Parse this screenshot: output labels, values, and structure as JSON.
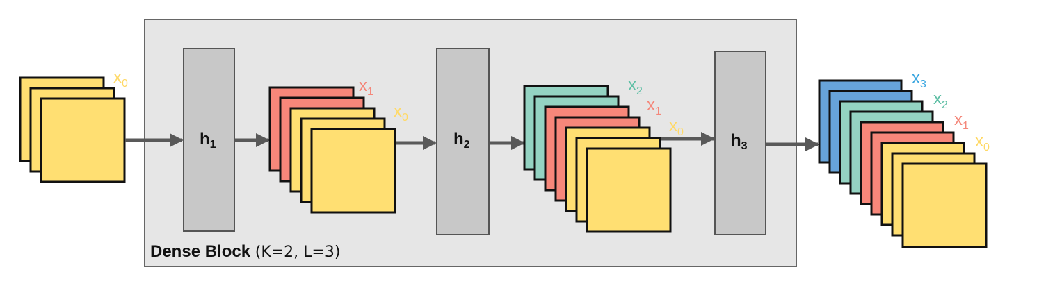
{
  "block": {
    "title": "Dense Block",
    "params": "(K=2, L=3)"
  },
  "colors": {
    "x0": "#ffdf72",
    "x1": "#f7877a",
    "x2": "#94d3c2",
    "x3": "#67a3d9",
    "label_x0": "#ffd966",
    "label_x1": "#f4877a",
    "label_x2": "#5fbfa5",
    "label_x3": "#3aa6e0"
  },
  "layers": [
    {
      "id": "h1",
      "base": "h",
      "sub": "1"
    },
    {
      "id": "h2",
      "base": "h",
      "sub": "2"
    },
    {
      "id": "h3",
      "base": "h",
      "sub": "3"
    }
  ],
  "labels": {
    "x0": {
      "base": "x",
      "sub": "0"
    },
    "x1": {
      "base": "x",
      "sub": "1"
    },
    "x2": {
      "base": "x",
      "sub": "2"
    },
    "x3": {
      "base": "x",
      "sub": "3"
    }
  }
}
